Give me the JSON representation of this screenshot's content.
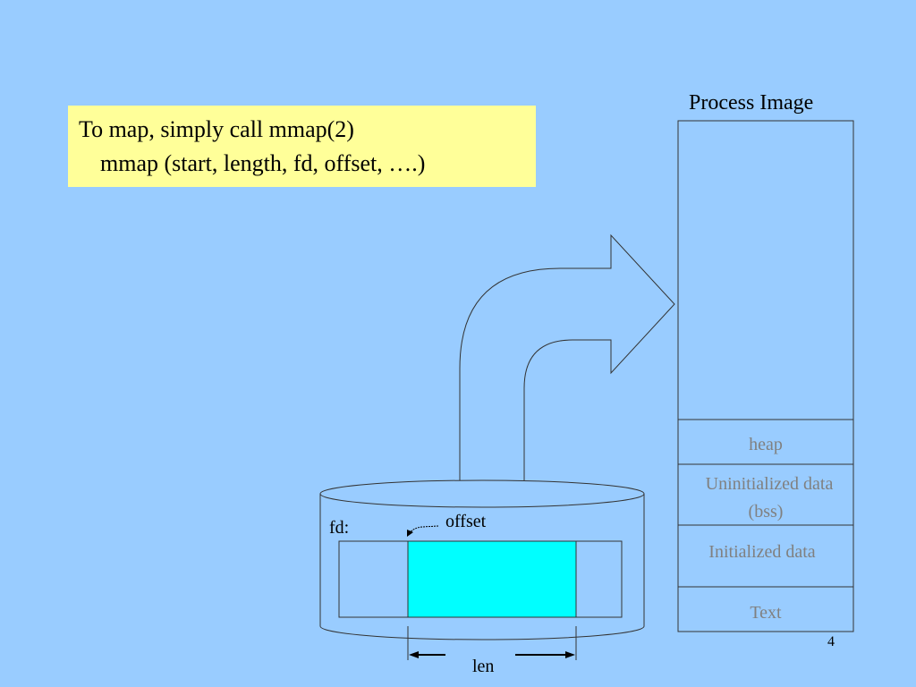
{
  "callout": {
    "line1": "To map,  simply call mmap(2)",
    "line2": "mmap (start, length, fd, offset, ….)"
  },
  "process_image": {
    "title": "Process  Image",
    "segments": {
      "heap": "heap",
      "bss_line1": "Uninitialized data",
      "bss_line2": "(bss)",
      "initialized": "Initialized data",
      "text": "Text"
    }
  },
  "file": {
    "fd_label": "fd:",
    "offset_label": "offset",
    "len_label": "len"
  },
  "page_number": "4",
  "colors": {
    "background": "#99ccff",
    "callout": "#ffff99",
    "mapped_region": "#00ffff",
    "segment_text": "#808080"
  }
}
